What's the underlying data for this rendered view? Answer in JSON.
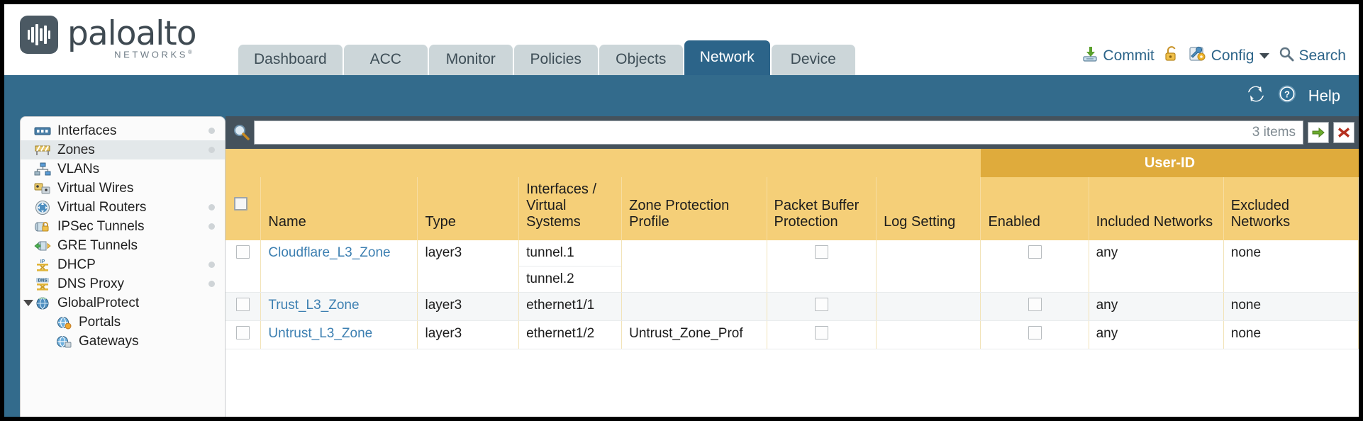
{
  "brand": {
    "name": "paloalto",
    "tagline": "NETWORKS",
    "registered": "®"
  },
  "nav": {
    "tabs": [
      {
        "label": "Dashboard",
        "active": false
      },
      {
        "label": "ACC",
        "active": false
      },
      {
        "label": "Monitor",
        "active": false
      },
      {
        "label": "Policies",
        "active": false
      },
      {
        "label": "Objects",
        "active": false
      },
      {
        "label": "Network",
        "active": true
      },
      {
        "label": "Device",
        "active": false
      }
    ]
  },
  "toolbar": {
    "commit_label": "Commit",
    "commit_icon": "commit-download-icon",
    "lock_icon": "padlock-unlocked-icon",
    "config_label": "Config",
    "config_icon": "config-wrench-gear-icon",
    "search_label": "Search",
    "search_icon": "magnifier-icon"
  },
  "blueband": {
    "refresh_icon": "refresh-icon",
    "help_label": "Help",
    "help_icon": "help-question-icon"
  },
  "sidebar": {
    "items": [
      {
        "label": "Interfaces",
        "icon": "interfaces-icon",
        "selected": false,
        "dot": true,
        "child": false,
        "expander": false
      },
      {
        "label": "Zones",
        "icon": "zones-icon",
        "selected": true,
        "dot": true,
        "child": false,
        "expander": false
      },
      {
        "label": "VLANs",
        "icon": "vlans-icon",
        "selected": false,
        "dot": false,
        "child": false,
        "expander": false
      },
      {
        "label": "Virtual Wires",
        "icon": "virtual-wires-icon",
        "selected": false,
        "dot": false,
        "child": false,
        "expander": false
      },
      {
        "label": "Virtual Routers",
        "icon": "virtual-routers-icon",
        "selected": false,
        "dot": true,
        "child": false,
        "expander": false
      },
      {
        "label": "IPSec Tunnels",
        "icon": "ipsec-tunnels-icon",
        "selected": false,
        "dot": true,
        "child": false,
        "expander": false
      },
      {
        "label": "GRE Tunnels",
        "icon": "gre-tunnels-icon",
        "selected": false,
        "dot": false,
        "child": false,
        "expander": false
      },
      {
        "label": "DHCP",
        "icon": "dhcp-icon",
        "selected": false,
        "dot": true,
        "child": false,
        "expander": false
      },
      {
        "label": "DNS Proxy",
        "icon": "dns-proxy-icon",
        "selected": false,
        "dot": true,
        "child": false,
        "expander": false
      },
      {
        "label": "GlobalProtect",
        "icon": "globalprotect-icon",
        "selected": false,
        "dot": false,
        "child": false,
        "expander": true
      },
      {
        "label": "Portals",
        "icon": "portals-icon",
        "selected": false,
        "dot": false,
        "child": true,
        "expander": false
      },
      {
        "label": "Gateways",
        "icon": "gateways-icon",
        "selected": false,
        "dot": false,
        "child": true,
        "expander": false
      }
    ]
  },
  "search": {
    "value": "",
    "placeholder": "",
    "items_count": "3 items",
    "apply_icon": "green-arrow-apply-icon",
    "clear_icon": "red-x-clear-icon",
    "magnifier_icon": "magnifier-icon"
  },
  "table": {
    "group_header": "User-ID",
    "columns": [
      "Name",
      "Type",
      "Interfaces / Virtual Systems",
      "Zone Protection Profile",
      "Packet Buffer Protection",
      "Log Setting",
      "Enabled",
      "Included Networks",
      "Excluded Networks"
    ],
    "rows": [
      {
        "name": "Cloudflare_L3_Zone",
        "type": "layer3",
        "interfaces": [
          "tunnel.1",
          "tunnel.2"
        ],
        "zone_protection_profile": "",
        "packet_buffer_protection": false,
        "log_setting": "",
        "userid_enabled": false,
        "included_networks": "any",
        "excluded_networks": "none",
        "selected": false
      },
      {
        "name": "Trust_L3_Zone",
        "type": "layer3",
        "interfaces": [
          "ethernet1/1"
        ],
        "zone_protection_profile": "",
        "packet_buffer_protection": false,
        "log_setting": "",
        "userid_enabled": false,
        "included_networks": "any",
        "excluded_networks": "none",
        "selected": false
      },
      {
        "name": "Untrust_L3_Zone",
        "type": "layer3",
        "interfaces": [
          "ethernet1/2"
        ],
        "zone_protection_profile": "Untrust_Zone_Prof",
        "packet_buffer_protection": false,
        "log_setting": "",
        "userid_enabled": false,
        "included_networks": "any",
        "excluded_networks": "none",
        "selected": false
      }
    ]
  },
  "colors": {
    "accent_blue": "#2c6489",
    "band_blue": "#336b8c",
    "header_amber": "#f5cf78",
    "group_amber": "#dfab3c",
    "link_blue": "#3c7fb1"
  }
}
